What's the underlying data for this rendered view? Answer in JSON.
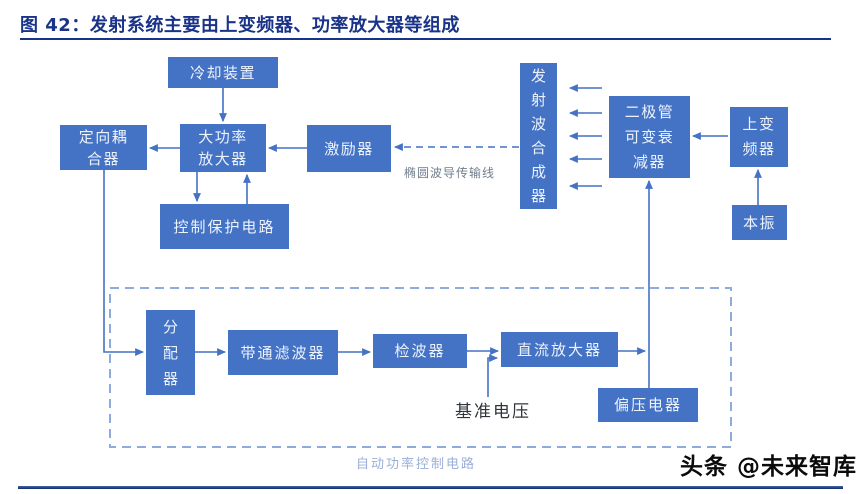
{
  "header": {
    "title": "图 42：发射系统主要由上变频器、功率放大器等组成"
  },
  "diagram": {
    "boxes": {
      "cooling": "冷却装置",
      "coupler": "定向耦\n合器",
      "pamp": "大功率\n放大器",
      "exciter": "激励器",
      "synth": "发\n射\n波\n合\n成\n器",
      "atten": "二极管\n可变衰\n减器",
      "upconv": "上变\n频器",
      "osc": "本振",
      "ctrl": "控制保护电路",
      "dist": "分\n配\n器",
      "bpf": "带通滤波器",
      "det": "检波器",
      "dcamp": "直流放大器",
      "bias": "偏压电器"
    },
    "labels": {
      "waveguide": "椭圆波导传输线",
      "reference_voltage": "基准电压",
      "apc": "自动功率控制电路"
    },
    "edges": [
      {
        "from": "冷却装置",
        "to": "大功率放大器",
        "style": "solid"
      },
      {
        "from": "大功率放大器",
        "to": "定向耦合器",
        "style": "solid"
      },
      {
        "from": "激励器",
        "to": "大功率放大器",
        "style": "solid"
      },
      {
        "from": "发射波合成器",
        "to": "激励器",
        "style": "dashed",
        "label": "椭圆波导传输线"
      },
      {
        "from": "大功率放大器",
        "to": "控制保护电路",
        "style": "solid"
      },
      {
        "from": "控制保护电路",
        "to": "大功率放大器",
        "style": "solid"
      },
      {
        "from": "二极管可变衰减器",
        "to": "发射波合成器",
        "style": "solid",
        "count": 5
      },
      {
        "from": "上变频器",
        "to": "二极管可变衰减器",
        "style": "solid"
      },
      {
        "from": "本振",
        "to": "上变频器",
        "style": "solid"
      },
      {
        "from": "定向耦合器",
        "to": "分配器",
        "style": "solid"
      },
      {
        "from": "分配器",
        "to": "带通滤波器",
        "style": "solid"
      },
      {
        "from": "带通滤波器",
        "to": "检波器",
        "style": "solid"
      },
      {
        "from": "检波器",
        "to": "直流放大器",
        "style": "solid"
      },
      {
        "from": "基准电压",
        "to": "直流放大器",
        "style": "solid"
      },
      {
        "from": "直流放大器",
        "to": "偏压电器与二极管可变衰减器连线",
        "style": "solid"
      },
      {
        "from": "偏压电器",
        "to": "二极管可变衰减器",
        "style": "solid"
      }
    ],
    "dashed_region_label": "自动功率控制电路"
  },
  "footer": {
    "watermark": "头条 @未来智库"
  },
  "colors": {
    "box_fill": "#4472C4",
    "box_text": "#EDF3FD",
    "connector": "#4472C4",
    "dashed_border": "#8FAADC",
    "title": "#1A3388",
    "apc_label": "#9AAFD8",
    "waveguide_label": "#707D8C",
    "bottom_rule": "#16295E"
  }
}
